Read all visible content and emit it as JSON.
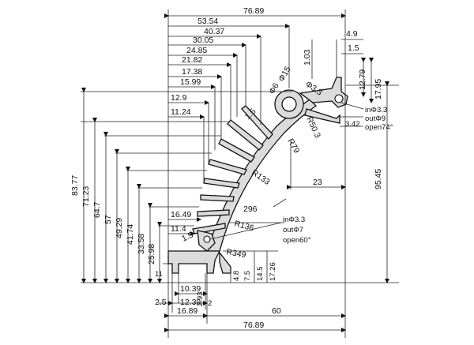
{
  "drawing": {
    "top_widths": {
      "w_76_89": "76.89",
      "w_53_54": "53.54",
      "w_40_37": "40.37",
      "w_30_05": "30.05",
      "w_24_85": "24.85",
      "w_21_82": "21.82",
      "w_17_38": "17.38",
      "w_15_99": "15.99",
      "w_12_9": "12.9",
      "w_11_24": "11.24",
      "w_16_49": "16.49",
      "w_11_4": "11.4"
    },
    "top_right": {
      "d_4_9": "4.9",
      "d_1_5": "1.5",
      "d_1_03": "1.03",
      "d_12_79": "12.79",
      "d_17_95": "17.95",
      "d_3_42": "3.42"
    },
    "left_heights": {
      "h_83_77": "83.77",
      "h_71_23": "71.23",
      "h_64_7": "64.7",
      "h_57": "57",
      "h_49_29": "49.29",
      "h_41_74": "41.74",
      "h_33_58": "33.58",
      "h_25_98": "25.98",
      "h_11": "11"
    },
    "right_height": "95.45",
    "radii": {
      "phi15": "Φ15",
      "phi6": "Φ6",
      "phi3_3": "Φ3.3",
      "r50_3": "R50.3",
      "r79": "R79",
      "r133": "R133",
      "r296": "296",
      "r136": "R136",
      "r349": "R349"
    },
    "fin_thickness": "1.5",
    "fin_thickness_2": "1.5",
    "d_23": "23",
    "hole_top": {
      "line1": "inΦ3.3",
      "line2": "outΦ9",
      "line3": "open74°"
    },
    "hole_bottom": {
      "line1": "inΦ3.3",
      "line2": "outΦ7",
      "line3": "open60°"
    },
    "base_verticals": {
      "v_4_8": "4.8",
      "v_7_5": "7.5",
      "v_14_5": "14.5",
      "v_17_26": "17.26",
      "v_2_93": "2.93"
    },
    "bottom_dims": {
      "b_10_39": "10.39",
      "b_2_5": "2.5",
      "b_12_39": "12.39",
      "b_16_89": "16.89",
      "b_60": "60",
      "b_76_89": "76.89",
      "b_2": "2"
    }
  }
}
